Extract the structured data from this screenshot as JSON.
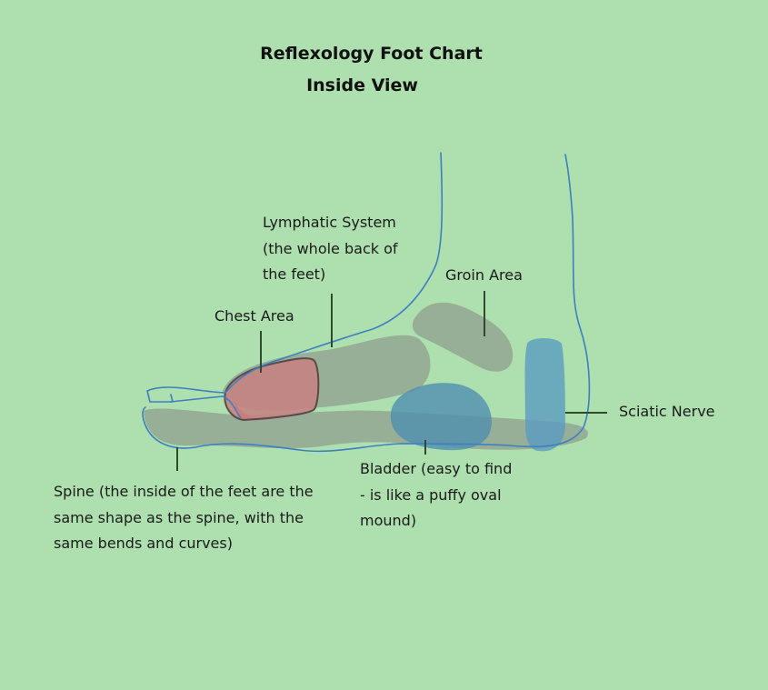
{
  "title": "Reflexology Foot Chart",
  "subtitle": "Inside View",
  "labels": {
    "lymphatic": [
      "Lymphatic System",
      "(the whole back of",
      "the feet)"
    ],
    "groin": "Groin Area",
    "chest": "Chest Area",
    "sciatic": "Sciatic Nerve",
    "bladder": [
      "Bladder (easy to find",
      "- is like a puffy oval",
      "mound)"
    ],
    "spine": [
      "Spine (the inside of the feet are the",
      "same shape as the spine, with the",
      "same bends and curves)"
    ]
  },
  "colors": {
    "background": "#aedfae",
    "outline": "#3d7fc0",
    "lymphatic_region": "#8f9f8f",
    "chest_region": "#c78080",
    "chest_highlight": "#e86060",
    "bladder_region": "#4f8fb0",
    "sciatic_region": "#5a9bc0",
    "leader_line": "#2f4a2f"
  }
}
